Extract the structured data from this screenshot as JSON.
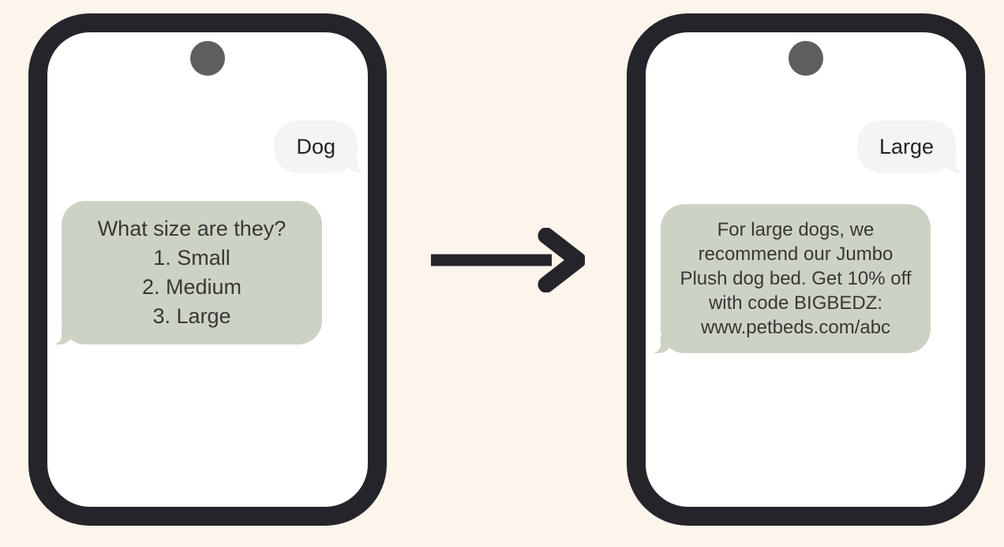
{
  "diagram": {
    "background_color": "#fbf5ec",
    "arrow": {
      "direction": "right",
      "color": "#26242b"
    },
    "colors": {
      "phone_frame": "#26242b",
      "phone_screen": "#ffffff",
      "camera_dot": "#5e5e5e",
      "user_bubble": "#f4f4f4",
      "bot_bubble": "#cdd3c4",
      "text": "#373737"
    },
    "phones": [
      {
        "id": "left-phone",
        "user_message": {
          "text": "Dog"
        },
        "bot_message": {
          "text": "What size are they? 1. Small 2. Medium 3. Large",
          "lines": [
            "What size are they?",
            "1. Small",
            "2. Medium",
            "3. Large"
          ]
        }
      },
      {
        "id": "right-phone",
        "user_message": {
          "text": "Large"
        },
        "bot_message": {
          "text": "For large dogs, we recommend our Jumbo Plush dog bed. Get 10% off with code BIGBEDZ: www.petbeds.com/abc",
          "lines": [
            "For large dogs, we",
            "recommend our Jumbo",
            "Plush dog bed. Get 10% off",
            "with code BIGBEDZ:",
            "www.petbeds.com/abc"
          ]
        }
      }
    ]
  }
}
